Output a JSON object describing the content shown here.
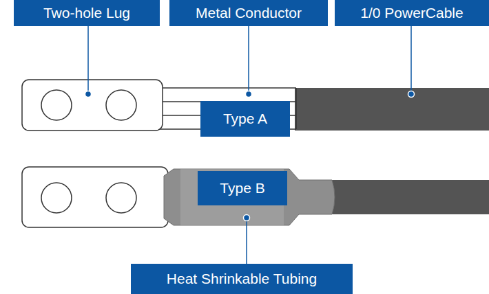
{
  "diagram": {
    "nodes": [
      {
        "text": [
          "Two-hole Lug"
        ]
      },
      {
        "text": [
          "Metal Conductor"
        ]
      },
      {
        "text": [
          "1/0 PowerCable"
        ]
      },
      {
        "text": [
          "Type A"
        ]
      },
      {
        "text": [
          "Type B"
        ]
      },
      {
        "text": [
          "Heat Shrinkable Tubing"
        ]
      }
    ]
  }
}
